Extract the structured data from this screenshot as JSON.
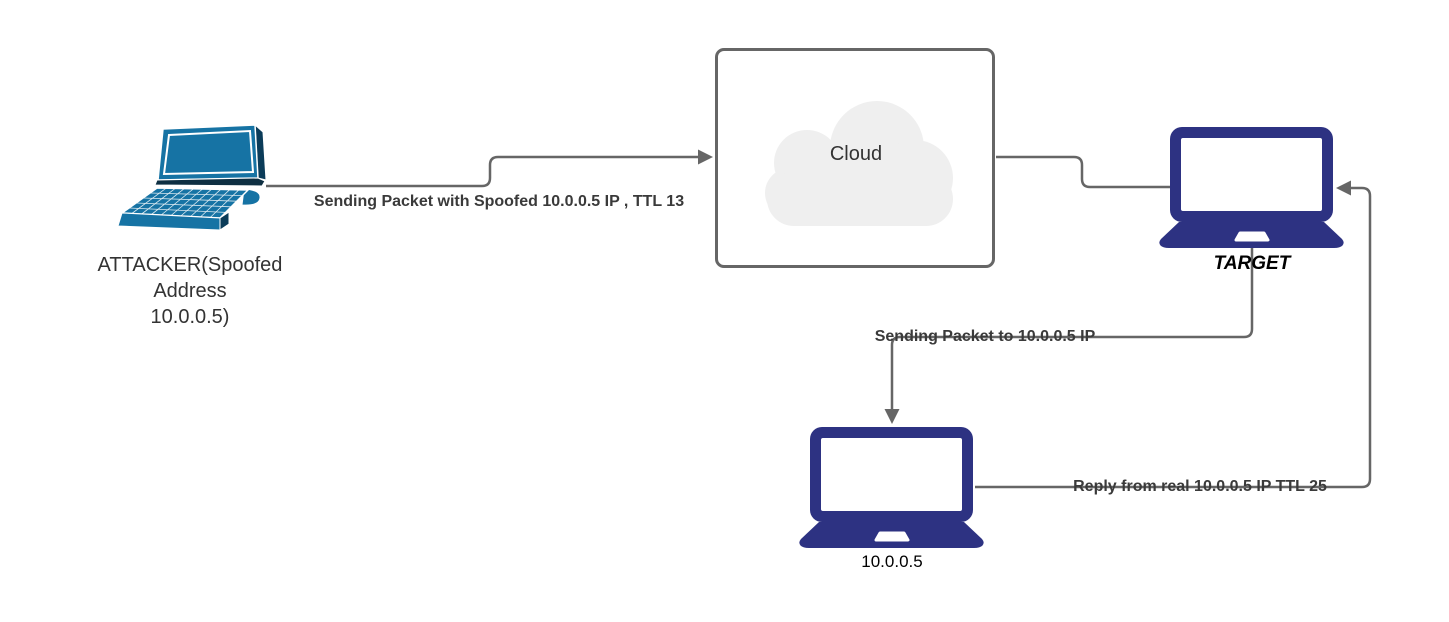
{
  "diagram_title": "IP spoofing packet flow",
  "colors": {
    "canvas_bg": "#ffffff",
    "line": "#666666",
    "box_border": "#666666",
    "label_text": "#3a3a3a",
    "node_text": "#000000",
    "cloud_fill": "#efefef",
    "cloud_text": "#333333",
    "navy": "#2d3282",
    "teal": "#1673a4",
    "teal_dark": "#0b3c59",
    "teal_hinge": "#0e2f42"
  },
  "nodes": {
    "attacker": {
      "icon": "laptop-3d-icon",
      "label_line1": "ATTACKER(Spoofed",
      "label_line2": "Address",
      "label_line3": "10.0.0.5)"
    },
    "cloud": {
      "icon": "cloud-icon",
      "label": "Cloud"
    },
    "target": {
      "icon": "laptop-icon",
      "label": "TARGET"
    },
    "real_host": {
      "icon": "laptop-icon",
      "label": "10.0.0.5"
    }
  },
  "edges": {
    "attacker_to_cloud": {
      "label": "Sending Packet with Spoofed 10.0.0.5 IP , TTL 13",
      "direction": "right"
    },
    "cloud_to_target": {
      "label": "",
      "direction": "right"
    },
    "target_to_real": {
      "label": "Sending Packet to 10.0.0.5 IP",
      "direction": "down"
    },
    "real_to_target": {
      "label": "Reply from real 10.0.0.5 IP TTL 25",
      "direction": "left-up"
    }
  }
}
